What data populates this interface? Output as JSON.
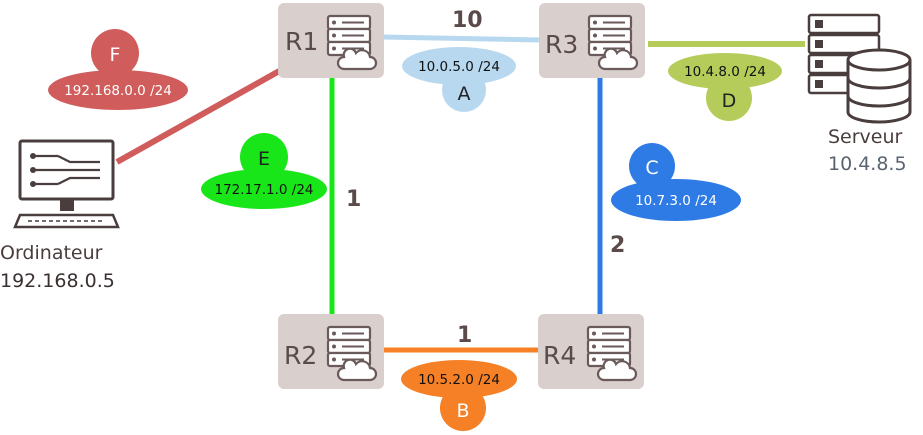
{
  "routers": {
    "r1": "R1",
    "r2": "R2",
    "r3": "R3",
    "r4": "R4"
  },
  "metrics": {
    "r1_r3": "10",
    "r1_r2": "1",
    "r2_r4": "1",
    "r3_r4": "2"
  },
  "networks": {
    "a": {
      "letter": "A",
      "address": "10.0.5.0 /24",
      "color": "#b8d8f0"
    },
    "b": {
      "letter": "B",
      "address": "10.5.2.0 /24",
      "color": "#f58025"
    },
    "c": {
      "letter": "C",
      "address": "10.7.3.0 /24",
      "color": "#2e7be6"
    },
    "d": {
      "letter": "D",
      "address": "10.4.8.0 /24",
      "color": "#b5cc5a"
    },
    "e": {
      "letter": "E",
      "address": "172.17.1.0 /24",
      "color": "#19e619"
    },
    "f": {
      "letter": "F",
      "address": "192.168.0.0 /24",
      "color": "#d05c5c"
    }
  },
  "hosts": {
    "computer": {
      "name": "Ordinateur",
      "ip": "192.168.0.5"
    },
    "server": {
      "name": "Serveur",
      "ip": "10.4.8.5"
    }
  }
}
